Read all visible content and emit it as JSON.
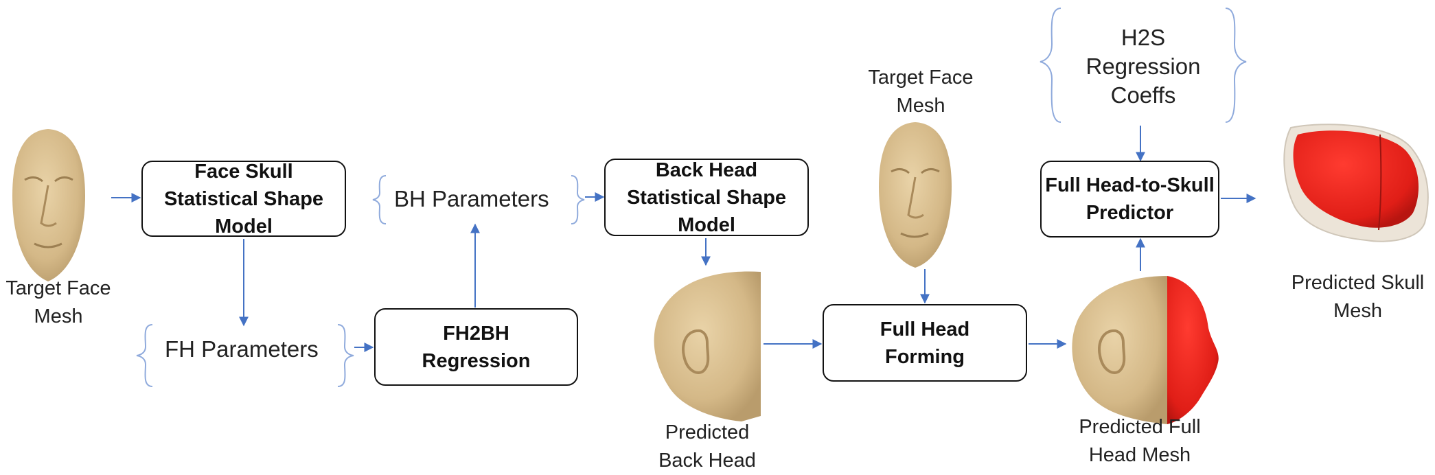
{
  "boxes": {
    "face_skull_ssm": "Face Skull\nStatistical Shape\nModel",
    "back_head_ssm": "Back Head\nStatistical Shape\nModel",
    "fh2bh_regression": "FH2BH\nRegression",
    "full_head_forming": "Full Head\nForming",
    "head_to_skull_predictor": "Full Head-to-Skull\nPredictor"
  },
  "parameters": {
    "bh": "BH Parameters",
    "fh": "FH Parameters",
    "h2s": "H2S\nRegression\nCoeffs"
  },
  "labels": {
    "target_face_left": "Target Face\nMesh",
    "target_face_mid": "Target Face\nMesh",
    "predicted_back_head": "Predicted\nBack Head",
    "predicted_full_head": "Predicted Full\nHead Mesh",
    "predicted_skull": "Predicted Skull\nMesh"
  },
  "colors": {
    "arrow": "#4472C4",
    "brace": "#8FAADC",
    "skin": "#D8BE91",
    "skull_red": "#E8201B",
    "box_border": "#111111"
  }
}
